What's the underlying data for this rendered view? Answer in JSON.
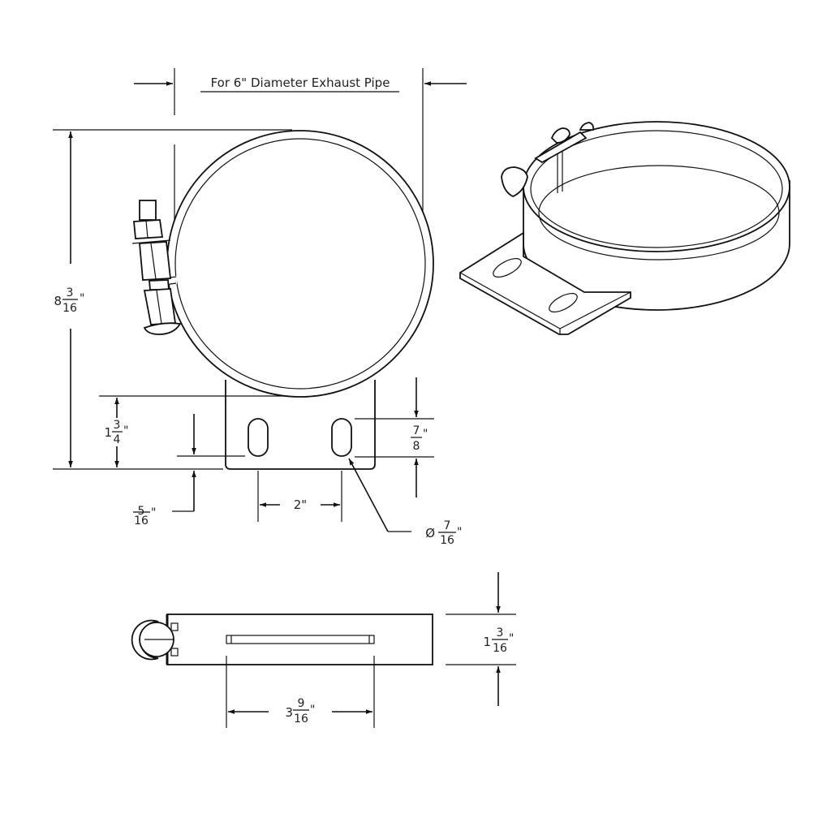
{
  "drawing": {
    "title": "For 6\" Diameter Exhaust Pipe",
    "colors": {
      "line": "#111111",
      "background": "#ffffff"
    },
    "views": [
      "front-view",
      "isometric-view",
      "top-view"
    ]
  },
  "dimensions": {
    "overall_height": {
      "whole": "8",
      "num": "3",
      "den": "16",
      "unit": "\""
    },
    "bracket_height": {
      "whole": "1",
      "num": "3",
      "den": "4",
      "unit": "\""
    },
    "slot_offset": {
      "whole": "",
      "num": "5",
      "den": "16",
      "unit": "\""
    },
    "slot_spacing": {
      "text": "2\""
    },
    "slot_length": {
      "whole": "",
      "num": "7",
      "den": "8",
      "unit": "\""
    },
    "slot_diameter": {
      "prefix": "Ø",
      "num": "7",
      "den": "16",
      "unit": "\""
    },
    "band_width": {
      "whole": "1",
      "num": "3",
      "den": "16",
      "unit": "\""
    },
    "slot_top_length": {
      "whole": "3",
      "num": "9",
      "den": "16",
      "unit": "\""
    }
  }
}
